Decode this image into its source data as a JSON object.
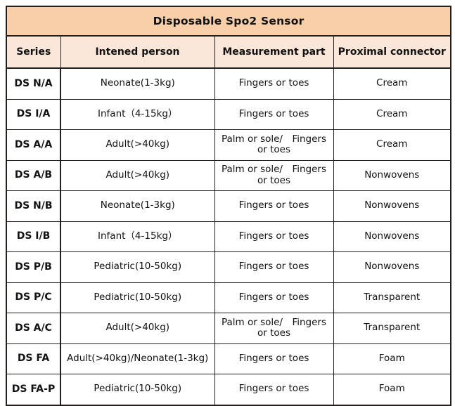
{
  "table": {
    "title": "Disposable Spo2 Sensor",
    "colors": {
      "title_bg": "#F9CFA9",
      "header_bg": "#FBE7DA",
      "body_bg": "#FFFFFF",
      "border": "#231F1D",
      "text": "#111111"
    },
    "columns": [
      {
        "key": "series",
        "label": "Series"
      },
      {
        "key": "person",
        "label": "Intened person"
      },
      {
        "key": "measure",
        "label": "Measurement part"
      },
      {
        "key": "conn",
        "label": "Proximal connector"
      }
    ],
    "rows": [
      {
        "series": "DS N/A",
        "person": "Neonate(1-3kg)",
        "measure": "Fingers or toes",
        "conn": "Cream"
      },
      {
        "series": "DS I/A",
        "person": "Infant（4-15kg）",
        "measure": "Fingers or toes",
        "conn": "Cream"
      },
      {
        "series": "DS A/A",
        "person": "Adult(>40kg)",
        "measure": "Palm or sole/　Fingers or toes",
        "conn": "Cream"
      },
      {
        "series": "DS A/B",
        "person": "Adult(>40kg)",
        "measure": "Palm or sole/　Fingers or toes",
        "conn": "Nonwovens"
      },
      {
        "series": "DS N/B",
        "person": "Neonate(1-3kg)",
        "measure": "Fingers or toes",
        "conn": "Nonwovens"
      },
      {
        "series": "DS I/B",
        "person": "Infant（4-15kg）",
        "measure": "Fingers or toes",
        "conn": "Nonwovens"
      },
      {
        "series": "DS P/B",
        "person": "Pediatric(10-50kg)",
        "measure": "Fingers or toes",
        "conn": "Nonwovens"
      },
      {
        "series": "DS P/C",
        "person": "Pediatric(10-50kg)",
        "measure": "Fingers or toes",
        "conn": "Transparent"
      },
      {
        "series": "DS A/C",
        "person": "Adult(>40kg)",
        "measure": "Palm or sole/　Fingers or toes",
        "conn": "Transparent"
      },
      {
        "series": "DS FA",
        "person": "Adult(>40kg)/Neonate(1-3kg)",
        "measure": "Fingers or toes",
        "conn": "Foam"
      },
      {
        "series": "DS FA-P",
        "person": "Pediatric(10-50kg)",
        "measure": "Fingers or toes",
        "conn": "Foam"
      }
    ]
  }
}
